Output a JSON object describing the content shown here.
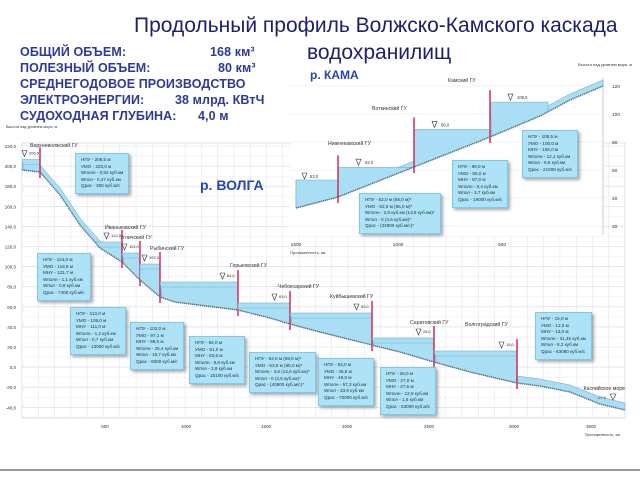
{
  "title": {
    "line1": "Продольный профиль Волжско-Камского каскада",
    "line2": "водохранилищ"
  },
  "stats": [
    {
      "label": "ОБЩИЙ ОБЪЕМ:",
      "value": "168 км³"
    },
    {
      "label": "ПОЛЕЗНЫЙ ОБЪЕМ:",
      "value": "80 км³"
    },
    {
      "label": "СРЕДНЕГОДОВОЕ ПРОИЗВОДСТВО",
      "value": ""
    },
    {
      "label": "ЭЛЕКТРОЭНЕРГИИ:",
      "value": "38 млрд. КВтЧ"
    },
    {
      "label": "СУДОХОДНАЯ ГЛУБИНА:",
      "value": "4,0 м"
    }
  ],
  "volga": {
    "river_label": "р. ВОЛГА",
    "ylabel": "Высота над уровнем моря, м",
    "xlabel": "Протяженность, км",
    "yticks": [
      "220,0",
      "200,0",
      "180,0",
      "160,0",
      "140,0",
      "120,0",
      "100,0",
      "80,0",
      "60,0",
      "40,0",
      "20,0",
      "0,0",
      "-20,0",
      "-40,0"
    ],
    "xticks": [
      "500",
      "1000",
      "1500",
      "2000",
      "2500",
      "3000",
      "3500"
    ],
    "dams": [
      {
        "name": "Верхневолжский ГУ",
        "level": "206,5",
        "info": [
          "НПУ - 206,5 м",
          "УМО - 203,0 м",
          "Wполн - 0,52 куб.км",
          "Wпол - 0,47 куб.км",
          "Qрас - 360 куб.м/с"
        ]
      },
      {
        "name": "Иваньковский ГУ",
        "level": "124,0",
        "info": [
          "НПУ - 124,0 м",
          "УМО - 119,5 м",
          "МНУ - 121,7 м",
          "Wполн - 1,1 куб.км",
          "Wпол - 0,8 куб.км",
          "Qрас - 7400 куб.м/с"
        ]
      },
      {
        "name": "Угличский ГУ",
        "level": "113,0",
        "info": [
          "НПУ - 113,0 м",
          "УМО - 109,0 м",
          "МНУ - 111,0 м",
          "Wполн - 1,2 куб.км",
          "Wпол - 0,7 куб.км",
          "Qрас - 13000 куб.м/с"
        ]
      },
      {
        "name": "Рыбинский ГУ",
        "level": "102,0",
        "info": [
          "НПУ - 102,0 м",
          "УМО - 97,1 м",
          "МНУ - 99,5 м",
          "Wполн - 25,4 куб.км",
          "Wпол - 16,7 куб.км",
          "Qрас - 9000 куб.м/с"
        ]
      },
      {
        "name": "Горьковский ГУ",
        "level": "84,0",
        "info": [
          "НПУ - 84,0 м",
          "УМО - 81,0 м",
          "МНУ - 83,6 м",
          "Wполн - 8,8 куб.км",
          "Wпол - 3,9 куб.км",
          "Qрас - 15100 куб.м/с"
        ]
      },
      {
        "name": "Чебоксарский ГУ",
        "level": "63,0",
        "info": [
          "НПУ - 63,0 м (68,0 м)*",
          "УМО - 63,0 м (65,0 м)*",
          "Wполн - 4,6 (12,6 куб.км)*",
          "Wпол - 0 (4,6 куб.км)*",
          "Qрас - (40800 куб.м/с)*"
        ]
      },
      {
        "name": "Куйбышевский ГУ",
        "level": "53,0",
        "info": [
          "НПУ - 53,0 м",
          "УМО - 45,5 м",
          "МНУ - 49,0 м",
          "Wполн - 57,3 куб.км",
          "Wпол - 33,9 куб.км",
          "Qрас - 70000 куб.м/с"
        ]
      },
      {
        "name": "Саратовский ГУ",
        "level": "28,0",
        "info": [
          "НПУ - 28,0 м",
          "УМО - 27,0 м",
          "МНУ - 27,5 м",
          "Wполн - 12,9 куб.км",
          "Wпол - 1,8 куб.км",
          "Qрас - 53000 куб.м/с"
        ]
      },
      {
        "name": "Волгоградский ГУ",
        "level": "15,0",
        "info": [
          "НПУ - 15,0 м",
          "УМО - 12,0 м",
          "МНУ - 13,0 м",
          "Wполн - 31,45 куб.км",
          "Wпол - 8,2 куб.км",
          "Qрас - 63060 куб.м/с"
        ]
      }
    ],
    "sea": {
      "name": "Каспийское море",
      "level": "-27,0"
    }
  },
  "kama": {
    "river_label": "р. КАМА",
    "ylabel": "Высота над уровнем моря, м",
    "xlabel": "Протяженность, км",
    "yticks": [
      "120",
      "100",
      "80",
      "60",
      "40",
      "20"
    ],
    "xticks": [
      "1500",
      "1000",
      "500"
    ],
    "mouth_level": "53,0",
    "dams": [
      {
        "name": "Нижнекамский ГУ",
        "level": "62,0",
        "info": [
          "НПУ - 62,0 м (68,0 м)*",
          "УМО - 62,0 м (66,0 м)*",
          "Wполн - 2,8 куб.км (13,8 куб.км)*",
          "Wпол - 0 (4,6 куб.км)*",
          "Qрас - (34900 куб.м/с)*"
        ]
      },
      {
        "name": "Воткинский ГУ",
        "level": "89,0",
        "info": [
          "НПУ - 89,0 м",
          "УМО - 85,0 м",
          "МНУ - 87,0 м",
          "Wполн - 9,4 куб.км",
          "Wпол - 3,7 куб.км",
          "Qрас - 19000 куб.м/с"
        ]
      },
      {
        "name": "Камский ГУ",
        "level": "108,5",
        "info": [
          "НПУ - 108,5 м",
          "УМО - 100,0 м",
          "МНУ - 106,0 м",
          "Wполн - 12,2 куб.км",
          "Wпол - 9,8 куб.км",
          "Qрас - 21000 куб.м/с"
        ]
      }
    ]
  },
  "colors": {
    "water": "#a9def5",
    "dam": "#d0204a",
    "title": "#1b1f6e",
    "stats": "#2b3a9b"
  }
}
